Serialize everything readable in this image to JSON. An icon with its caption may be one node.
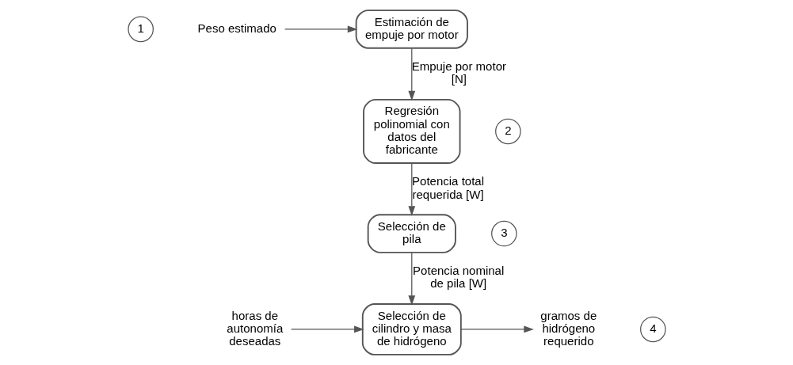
{
  "diagram": {
    "nodes": [
      {
        "text": [
          "1"
        ]
      },
      {
        "text": [
          "Peso estimado"
        ]
      },
      {
        "text": [
          "Estimación de empuje por motor"
        ]
      },
      {
        "text": [
          "2"
        ]
      },
      {
        "text": [
          "Regresión polinomial con datos del fabricante"
        ]
      },
      {
        "text": [
          "3"
        ]
      },
      {
        "text": [
          "Selección de pila"
        ]
      },
      {
        "text": [
          "4"
        ]
      },
      {
        "text": [
          "horas de autonomía deseadas"
        ]
      },
      {
        "text": [
          "Selección de cilindro y masa de hidrógeno"
        ]
      },
      {
        "text": [
          "gramos de hidrógeno requerido"
        ]
      }
    ],
    "edges": [
      {
        "from": 1,
        "to": 2,
        "arrow": "to"
      },
      {
        "from": 2,
        "to": 4,
        "arrow": "to",
        "label": "Empuje por motor [N]"
      },
      {
        "from": 4,
        "to": 6,
        "arrow": "to",
        "label": "Potencia total requerida [W]"
      },
      {
        "from": 6,
        "to": 9,
        "arrow": "to",
        "label": "Potencia nominal de pila [W]"
      },
      {
        "from": 8,
        "to": 9,
        "arrow": "to"
      },
      {
        "from": 9,
        "to": 10,
        "arrow": "to"
      }
    ]
  }
}
